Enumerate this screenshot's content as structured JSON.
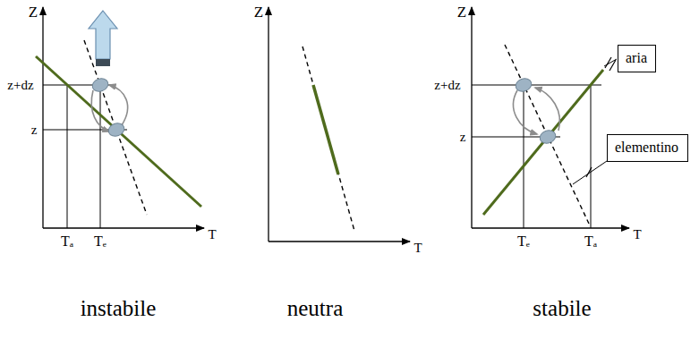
{
  "diagram": {
    "nodes": [
      {
        "text": [
          "aria"
        ]
      },
      {
        "text": [
          "elementino"
        ]
      }
    ],
    "labels": [
      "Z",
      "z+dz",
      "z",
      "Tₐ",
      "Tₑ",
      "T",
      "instabile",
      "Z",
      "T",
      "neutra",
      "Z",
      "z+dz",
      "z",
      "Tₑ",
      "Tₐ",
      "T",
      "stabile"
    ]
  }
}
